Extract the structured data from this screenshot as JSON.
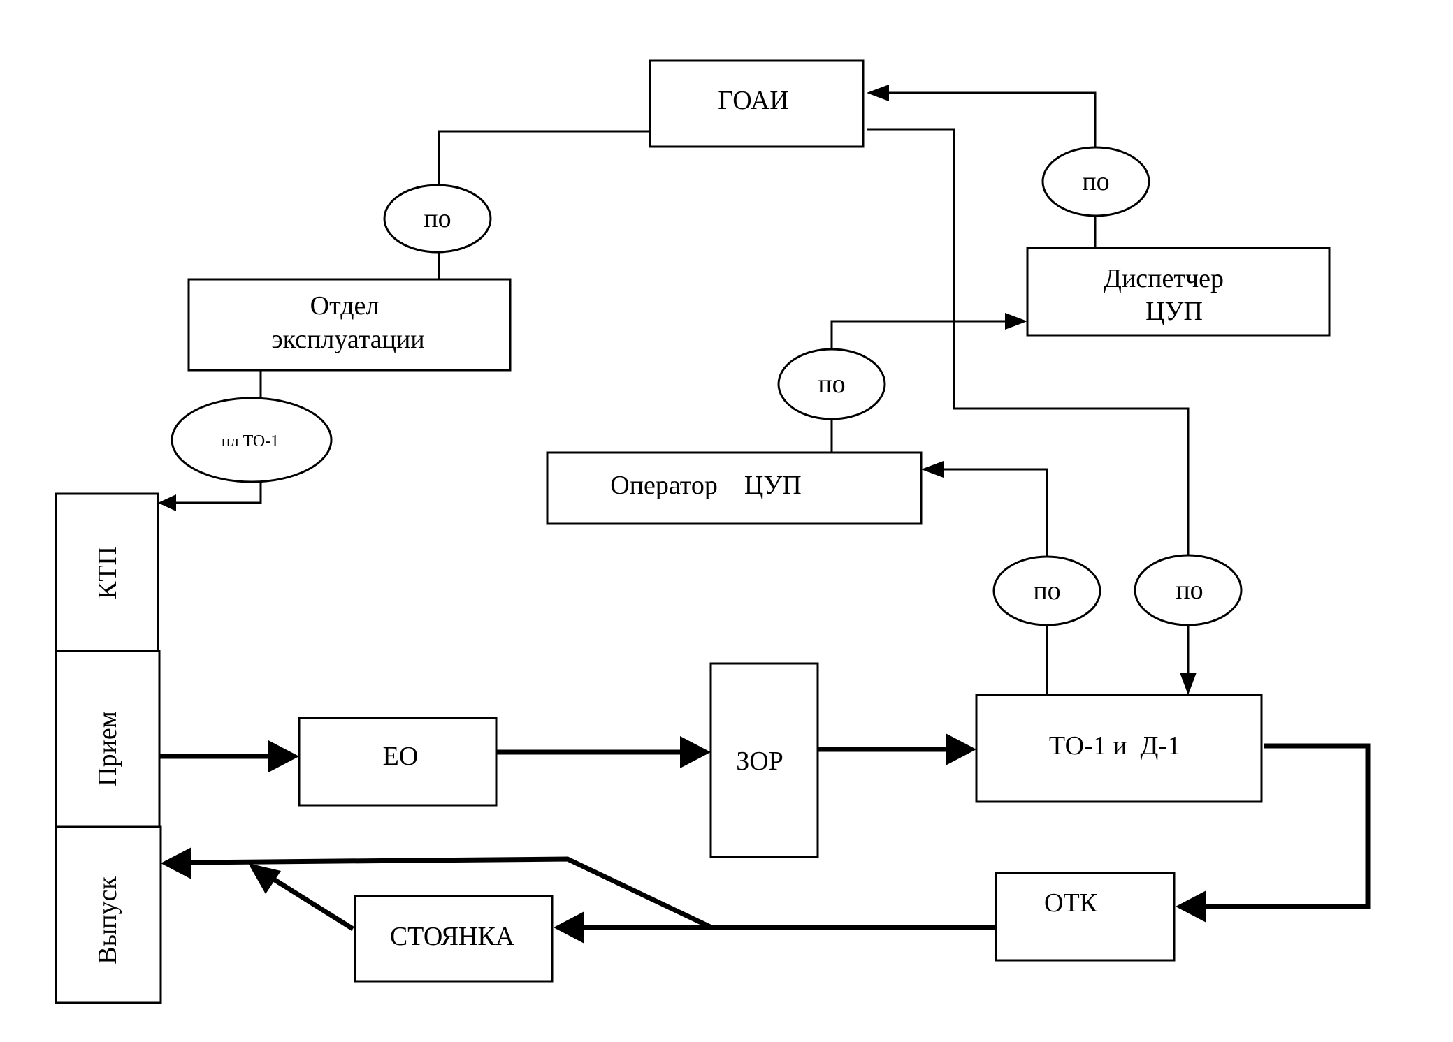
{
  "nodes": {
    "goai": "ГОАИ",
    "otdel_line1": "Отдел",
    "otdel_line2": "эксплуатации",
    "dispatcher_line1": "Диспетчер",
    "dispatcher_line2": "ЦУП",
    "operator": "Оператор    ЦУП",
    "ktp": "КТП",
    "priem": "Прием",
    "vypusk": "Выпуск",
    "eo": "ЕО",
    "zor": "ЗОР",
    "to1_d1": "ТО-1 и  Д-1",
    "otk": "ОТК",
    "stoyanka": "СТОЯНКА"
  },
  "ovals": {
    "po": "по",
    "pl_to1": "пл ТО-1"
  }
}
